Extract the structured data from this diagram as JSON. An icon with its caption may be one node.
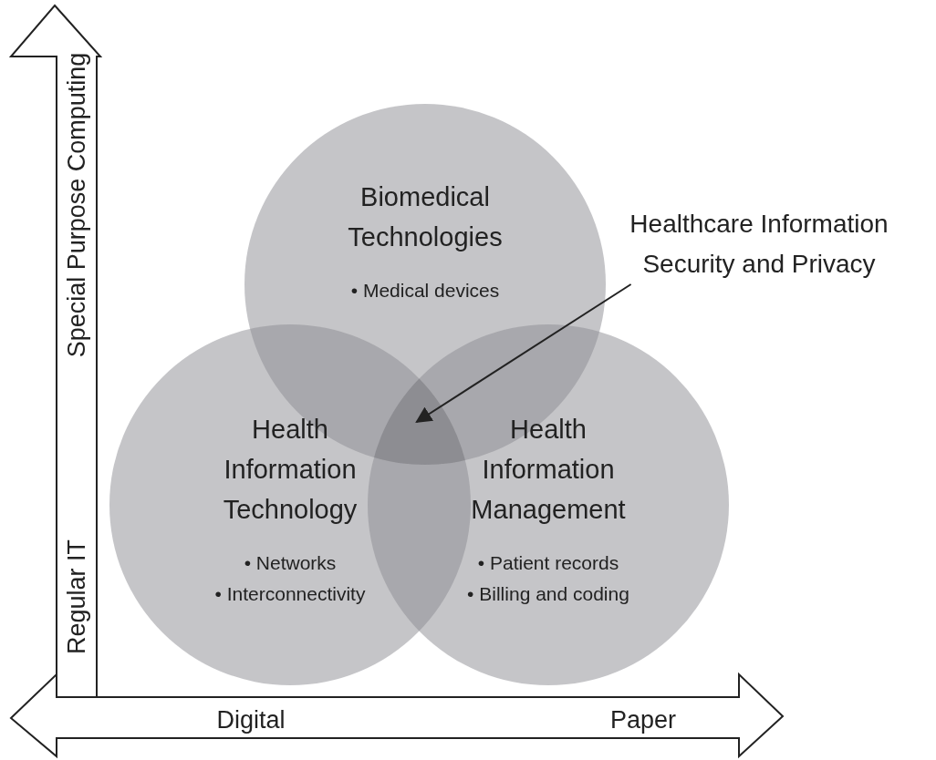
{
  "diagram": {
    "nodes": [
      {
        "text": [
          "Biomedical Technologies",
          "• Medical devices"
        ]
      },
      {
        "text": [
          "Health Information Technology",
          "• Networks",
          "• Interconnectivity"
        ]
      },
      {
        "text": [
          "Health Information Management",
          "• Patient records",
          "• Billing and coding"
        ]
      },
      {
        "text": [
          "Healthcare Information Security and Privacy"
        ]
      },
      {
        "text": [],
        "shape": "triangle"
      }
    ],
    "edges": [
      {
        "from": 3,
        "to": 4,
        "arrow": "to"
      }
    ],
    "labels": [
      "Special Purpose Computing",
      "Regular IT",
      "Digital",
      "Paper"
    ]
  }
}
